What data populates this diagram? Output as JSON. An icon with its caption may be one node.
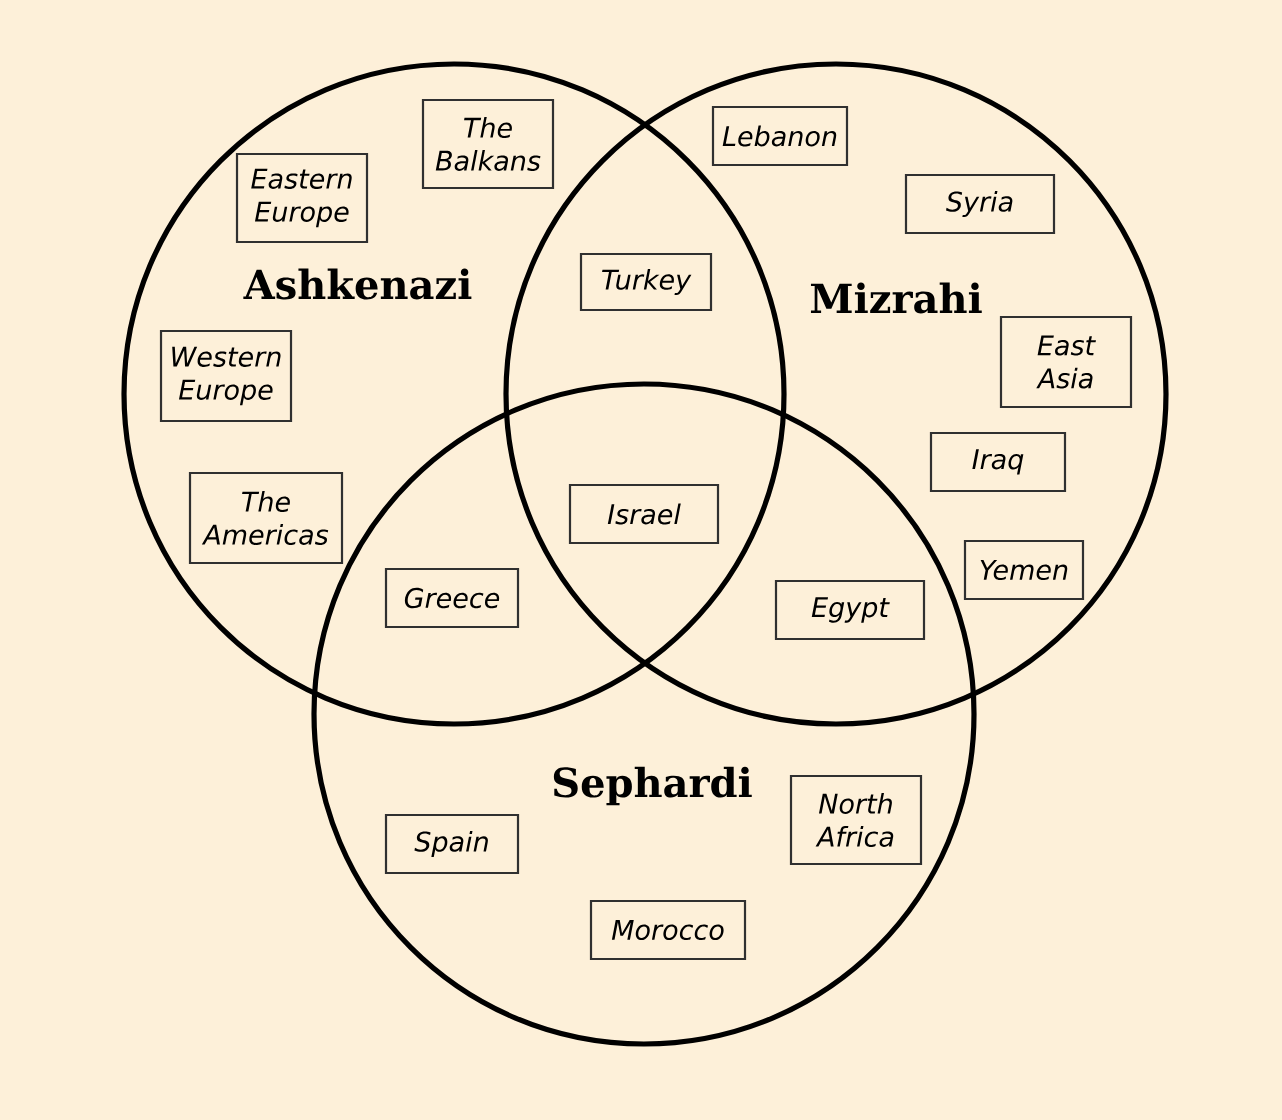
{
  "diagram": {
    "nodes": [
      {
        "text": [
          "Ashkenazi"
        ]
      },
      {
        "text": [
          "The Balkans"
        ],
        "in": 0
      },
      {
        "text": [
          "Eastern Europe"
        ],
        "in": 0
      },
      {
        "text": [
          "Western Europe"
        ],
        "in": 0
      },
      {
        "text": [
          "The Americas"
        ],
        "in": 0
      },
      {
        "text": [
          "Mizrahi"
        ]
      },
      {
        "text": [
          "Lebanon"
        ],
        "in": 5
      },
      {
        "text": [
          "Syria"
        ],
        "in": 5
      },
      {
        "text": [
          "East Asia"
        ],
        "in": 5
      },
      {
        "text": [
          "Iraq"
        ],
        "in": 5
      },
      {
        "text": [
          "Yemen"
        ],
        "in": 5
      },
      {
        "text": [
          "Turkey"
        ]
      },
      {
        "text": [
          "Israel"
        ]
      },
      {
        "text": [
          "Greece"
        ]
      },
      {
        "text": [
          "Egypt"
        ]
      },
      {
        "text": [
          "Sephardi"
        ]
      },
      {
        "text": [
          "Spain"
        ],
        "in": 15
      },
      {
        "text": [
          "North Africa"
        ],
        "in": 15
      },
      {
        "text": [
          "Morocco"
        ],
        "in": 15
      }
    ]
  }
}
